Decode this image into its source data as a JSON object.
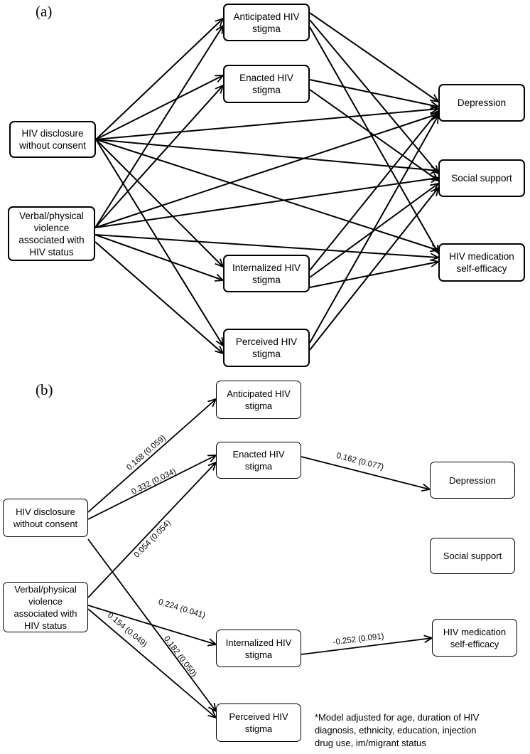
{
  "panel_a": {
    "label": "(a)",
    "nodes": {
      "disclosure": "HIV disclosure\nwithout consent",
      "violence": "Verbal/physical\nviolence\nassociated with\nHIV status",
      "anticipated": "Anticipated HIV\nstigma",
      "enacted": "Enacted HIV\nstigma",
      "internalized": "Internalized HIV\nstigma",
      "perceived": "Perceived HIV\nstigma",
      "depression": "Depression",
      "social": "Social support",
      "selfefficacy": "HIV medication\nself-efficacy"
    }
  },
  "panel_b": {
    "label": "(b)",
    "nodes": {
      "disclosure": "HIV disclosure\nwithout consent",
      "violence": "Verbal/physical\nviolence\nassociated with\nHIV status",
      "anticipated": "Anticipated HIV\nstigma",
      "enacted": "Enacted HIV\nstigma",
      "internalized": "Internalized HIV\nstigma",
      "perceived": "Perceived HIV\nstigma",
      "depression": "Depression",
      "social": "Social support",
      "selfefficacy": "HIV medication\nself-efficacy"
    },
    "paths": [
      {
        "from": "disclosure",
        "to": "anticipated",
        "label": "0.168 (0.059)"
      },
      {
        "from": "disclosure",
        "to": "enacted",
        "label": "0.332 (0.034)"
      },
      {
        "from": "violence",
        "to": "enacted",
        "label": "0.054 (0.054)"
      },
      {
        "from": "enacted",
        "to": "depression",
        "label": "0.162 (0.077)"
      },
      {
        "from": "violence",
        "to": "internalized",
        "label": "0.224 (0.041)"
      },
      {
        "from": "violence",
        "to": "perceived",
        "label": "0.154 (0.049)"
      },
      {
        "from": "disclosure",
        "to": "perceived",
        "label": "0.182 (0.050)"
      },
      {
        "from": "internalized",
        "to": "selfefficacy",
        "label": "-0.252 (0.091)"
      }
    ],
    "footnote": "*Model adjusted for age, duration of HIV\ndiagnosis, ethnicity, education, injection\ndrug use, im/migrant status"
  }
}
